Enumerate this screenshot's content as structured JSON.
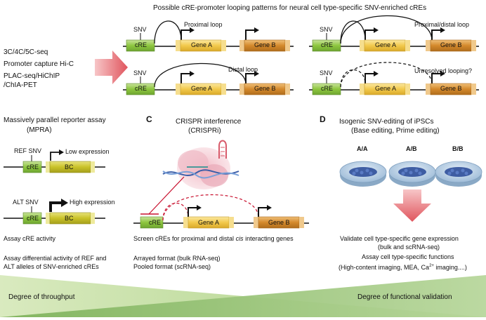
{
  "panel_b": {
    "title": "Possible cRE-promoter looping patterns for neural cell type-specific SNV-enriched cREs",
    "methods": [
      "3C/4C/5C-seq",
      "Promoter capture Hi-C",
      "PLAC-seq/HiChIP",
      "/ChIA-PET"
    ],
    "loops": {
      "proximal": "Proximal loop",
      "proximal_distal": "Proximal/distal loop",
      "distal": "Distal loop",
      "unresolved": "Unresolved looping?"
    }
  },
  "labels": {
    "snv": "SNV",
    "cre": "cRE",
    "gene_a": "Gene A",
    "gene_b": "Gene B",
    "bc": "BC"
  },
  "mpra": {
    "title_1": "Massively parallel reporter assay",
    "title_2": "(MPRA)",
    "ref_snv": "REF SNV",
    "alt_snv": "ALT SNV",
    "low": "Low expression",
    "high": "High expression",
    "desc_1": "Assay cRE activity",
    "desc_2": "Assay differential activity of REF and",
    "desc_3": "ALT alleles of SNV-enriched cREs"
  },
  "crispri": {
    "letter": "C",
    "title_1": "CRISPR interference",
    "title_2": "(CRISPRi)",
    "desc_1": "Screen cREs for proximal and distal ",
    "desc_1_italic": "cis",
    "desc_1_end": " interacting genes",
    "desc_2": "Arrayed format (bulk RNA-seq)",
    "desc_3": "Pooled format (scRNA-seq)"
  },
  "ipsc": {
    "letter": "D",
    "title_1": "Isogenic SNV-editing of iPSCs",
    "title_2": "(Base editing, Prime editing)",
    "genotypes": [
      "A/A",
      "A/B",
      "B/B"
    ],
    "desc_1": "Validate cell type-specific gene expression",
    "desc_2": "(bulk and scRNA-seq)",
    "desc_3": "Assay cell type-specific functions",
    "desc_4a": "(High-content imaging, MEA, Ca",
    "desc_4sup": "2+",
    "desc_4b": " imaging....)"
  },
  "bottom": {
    "throughput": "Degree of throughput",
    "validation": "Degree of functional validation"
  },
  "colors": {
    "cre_green": "#8dc63f",
    "gene_a": "#f2c94c",
    "gene_b": "#d4892c",
    "bc": "#c9c229",
    "loop_red": "#c8102e",
    "arrow_pink": "#e8737a",
    "green_light": "#cfe4b2",
    "green_dark": "#6aa84f",
    "dish": "#a9c4dc",
    "cells": "#2f4f9a"
  }
}
